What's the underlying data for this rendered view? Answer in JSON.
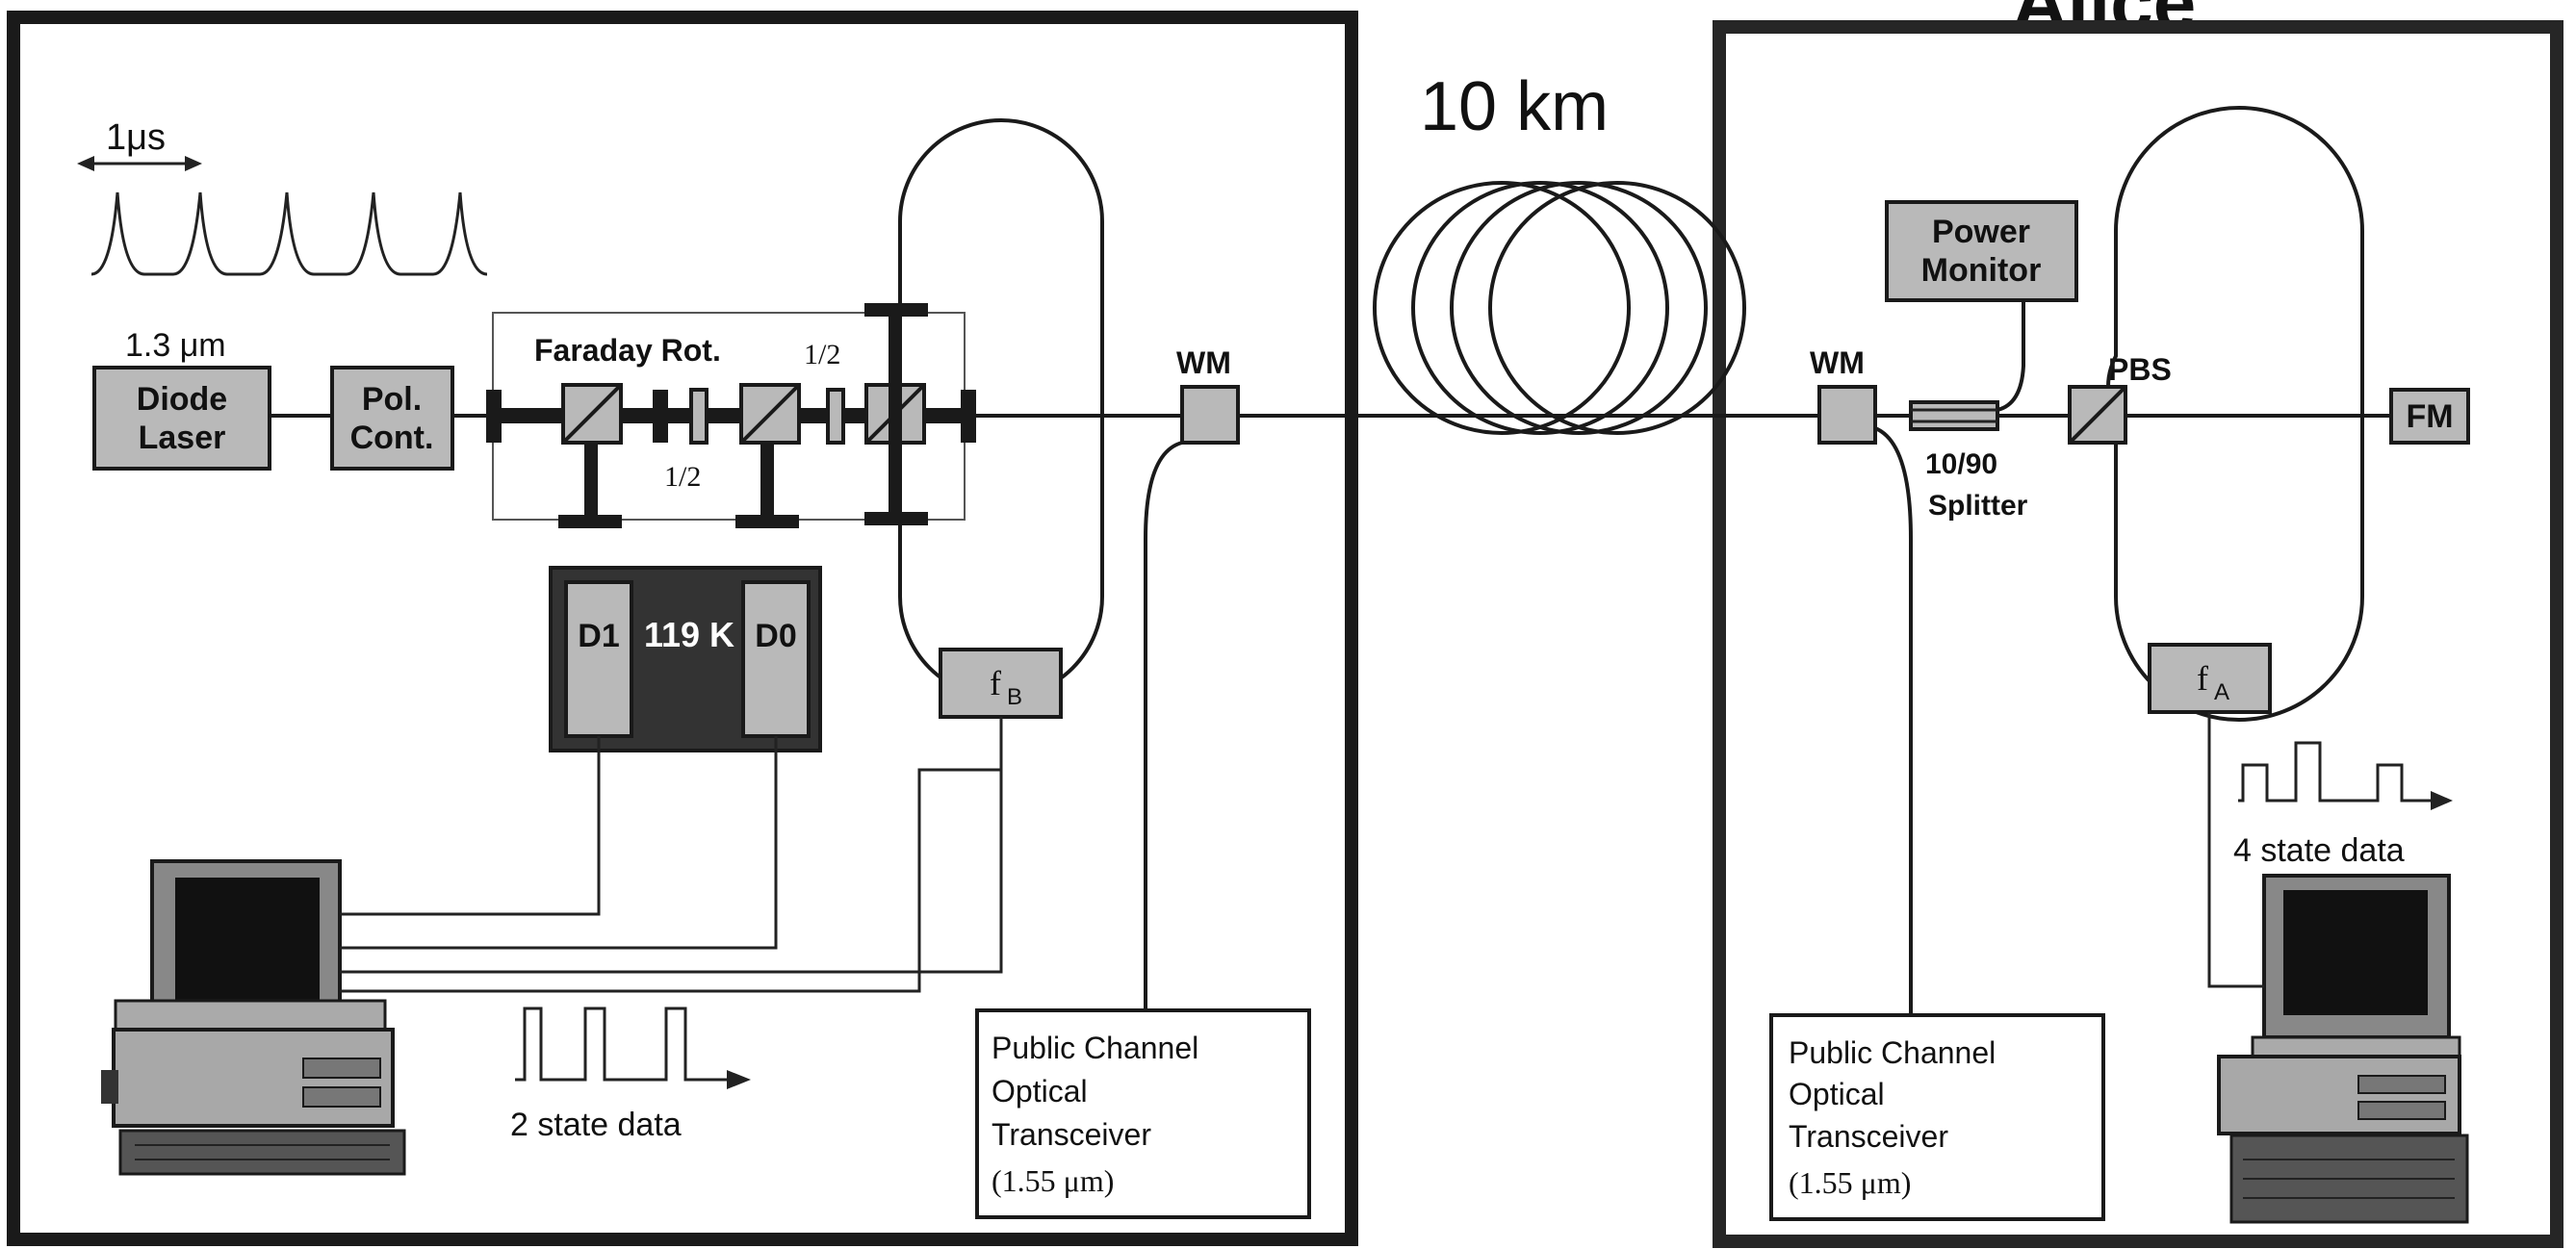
{
  "title_bob": "",
  "title_alice": "Alice",
  "fiber_label": "10 km",
  "bob": {
    "pulse_period": "1μs",
    "wavelength": "1.3 μm",
    "laser_line1": "Diode",
    "laser_line2": "Laser",
    "polcont_line1": "Pol.",
    "polcont_line2": "Cont.",
    "faraday": "Faraday Rot.",
    "half_wave_a": "1/2",
    "half_wave_b": "1/2",
    "detector_d1": "D1",
    "detector_d0": "D0",
    "cryostat_temp": "119 K",
    "modulator": "f",
    "modulator_sub": "B",
    "wdm": "WM",
    "state_data": "2 state data",
    "public_channel": [
      "Public Channel",
      "Optical",
      "Transceiver",
      "(1.55 μm)"
    ]
  },
  "alice": {
    "wdm": "WM",
    "power_monitor_line1": "Power",
    "power_monitor_line2": "Monitor",
    "splitter_line1": "10/90",
    "splitter_line2": "Splitter",
    "pbs": "PBS",
    "faraday_mirror": "FM",
    "modulator": "f",
    "modulator_sub": "A",
    "state_data": "4 state data",
    "public_channel": [
      "Public Channel",
      "Optical",
      "Transceiver",
      "(1.55 μm)"
    ]
  },
  "colors": {
    "frame": "#1a1a1a",
    "component_fill": "#b9b9b9",
    "cryostat_fill": "#333333"
  }
}
